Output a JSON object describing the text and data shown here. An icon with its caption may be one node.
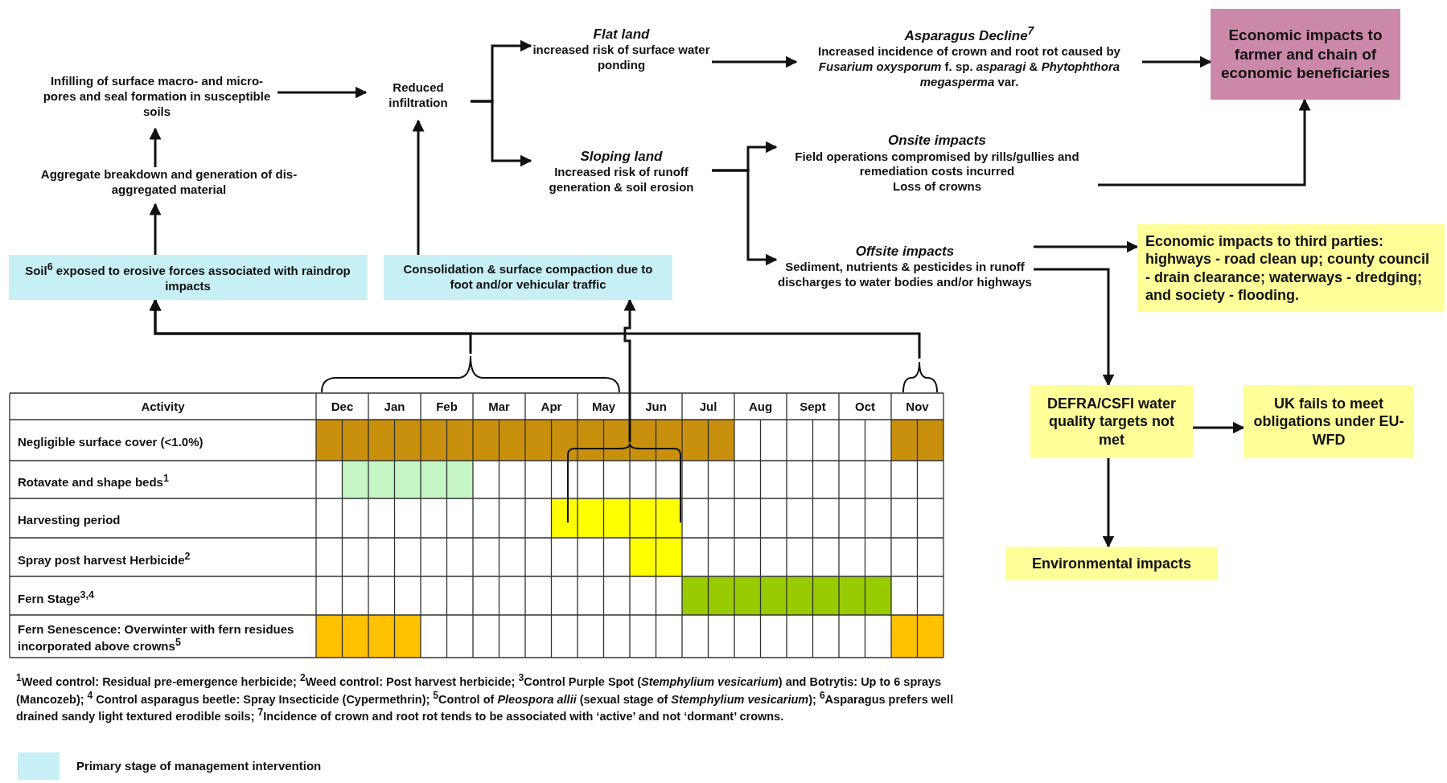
{
  "diagram": {
    "nodes": [
      {
        "text": [
          "Infilling of surface macro- and micro-pores and seal formation in susceptible soils"
        ]
      },
      {
        "text": [
          "Reduced infiltration"
        ]
      },
      {
        "text": [
          "Flat land",
          "increased risk of surface water ponding"
        ]
      },
      {
        "text": [
          "Asparagus Decline$^{7}$",
          "Increased incidence of crown and root rot caused by *Fusarium oxysporum* f. sp. *asparagi* & *Phytophthora megasperma* var."
        ]
      },
      {
        "text": [
          "Economic impacts to farmer and chain of economic beneficiaries"
        ]
      },
      {
        "text": [
          "Aggregate breakdown and generation of dis-aggregated material"
        ]
      },
      {
        "text": [
          "Sloping land",
          "Increased risk of runoff generation & soil erosion"
        ]
      },
      {
        "text": [
          "Onsite impacts",
          "Field operations compromised by rills/gullies and remediation costs incurred",
          "Loss of crowns"
        ]
      },
      {
        "text": [
          "Soil$^{6}$ exposed to erosive forces associated with raindrop impacts"
        ]
      },
      {
        "text": [
          "Consolidation & surface compaction due to foot and/or vehicular traffic"
        ]
      },
      {
        "text": [
          "Offsite impacts",
          "Sediment, nutrients & pesticides in runoff discharges to water bodies and/or highways"
        ]
      },
      {
        "text": [
          "Economic impacts to third parties: highways - road clean up; county council - drain clearance; waterways - dredging; and society - flooding."
        ]
      },
      {
        "text": [
          "DEFRA/CSFI water quality targets not met"
        ]
      },
      {
        "text": [
          "UK fails to meet obligations under EU-WFD"
        ]
      },
      {
        "text": [
          "Environmental impacts"
        ]
      },
      {
        "text": [],
        "shape": "bracket"
      },
      {
        "text": [],
        "shape": "bracket"
      },
      {
        "text": [],
        "shape": "bracket"
      }
    ],
    "edges": [
      {
        "from": 5,
        "to": 0,
        "arrow": "to"
      },
      {
        "from": 8,
        "to": 5,
        "arrow": "to"
      },
      {
        "from": 0,
        "to": 1,
        "arrow": "to"
      },
      {
        "from": 9,
        "to": 1,
        "arrow": "to"
      },
      {
        "from": 1,
        "to": 2,
        "arrow": "to"
      },
      {
        "from": 1,
        "to": 6,
        "arrow": "to"
      },
      {
        "from": 2,
        "to": 3,
        "arrow": "to"
      },
      {
        "from": 3,
        "to": 4,
        "arrow": "to"
      },
      {
        "from": 6,
        "to": 7,
        "arrow": "to"
      },
      {
        "from": 6,
        "to": 10,
        "arrow": "to"
      },
      {
        "from": 7,
        "to": 4,
        "arrow": "to"
      },
      {
        "from": 10,
        "to": 11,
        "arrow": "to"
      },
      {
        "from": 10,
        "to": 12,
        "arrow": "to"
      },
      {
        "from": 12,
        "to": 13,
        "arrow": "to"
      },
      {
        "from": 12,
        "to": 14,
        "arrow": "to"
      },
      {
        "from": 15,
        "to": 8,
        "arrow": "to"
      },
      {
        "from": 17,
        "to": 8,
        "arrow": "to"
      },
      {
        "from": 16,
        "to": 9,
        "arrow": "to"
      }
    ],
    "labels": [
      "Activity",
      "Dec",
      "Jan",
      "Feb",
      "Mar",
      "Apr",
      "May",
      "Jun",
      "Jul",
      "Aug",
      "Sept",
      "Oct",
      "Nov",
      "Negligible surface cover (<1.0%)",
      "Rotavate and shape beds$^{1}$",
      "Harvesting period",
      "Spray post harvest Herbicide$^{2}$",
      "Fern Stage$^{3,4}$",
      "Fern Senescence: Overwinter with fern residues incorporated above crowns$^{5}$",
      "$^{1}$Weed control: Residual pre-emergence herbicide; $^{2}$Weed control: Post harvest herbicide; $^{3}$Control Purple Spot (*Stemphylium vesicarium*) and Botrytis: Up to 6 sprays (Mancozeb); $^{4}$ Control asparagus beetle: Spray Insecticide (Cypermethrin); $^{5}$Control of *Pleospora allii* (sexual stage of *Stemphylium vesicarium*); $^{6}$Asparagus prefers well drained sandy light textured erodible soils; $^{7}$Incidence of crown and root rot tends to be associated with ‘active’ and not ‘dormant’ crowns."
    ],
    "legend": [
      {
        "text": "Primary stage of management intervention",
        "color": "#c6f0f6"
      }
    ]
  }
}
